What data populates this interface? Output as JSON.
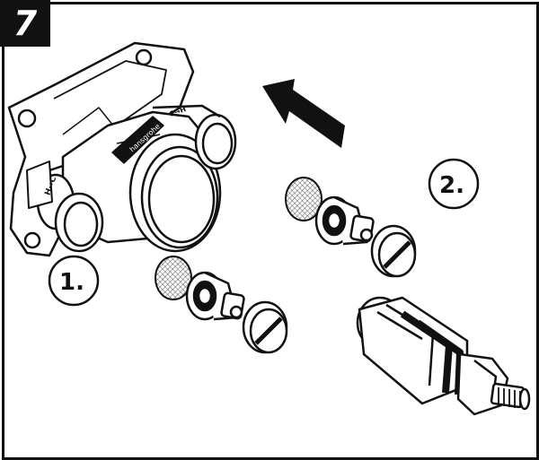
{
  "step_number": "7",
  "callouts": [
    {
      "id": "callout-1",
      "text": "1."
    },
    {
      "id": "callout-2",
      "text": "2."
    }
  ],
  "colors": {
    "ink": "#111111",
    "paper": "#ffffff",
    "screen": "#555555"
  }
}
